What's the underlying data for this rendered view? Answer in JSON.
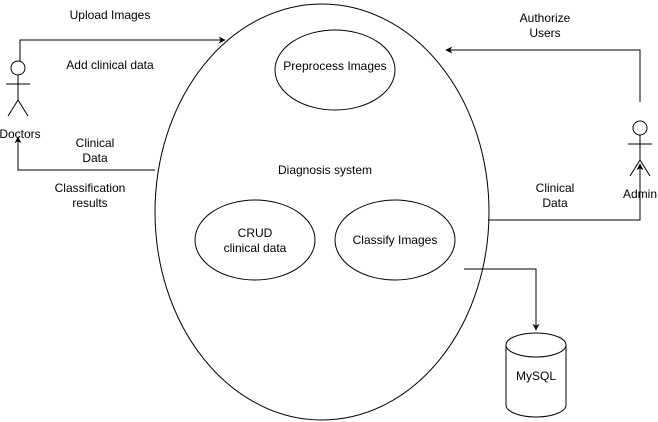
{
  "colors": {
    "stroke": "#000000",
    "background": "#ffffff"
  },
  "system": {
    "label": "Diagnosis system"
  },
  "processes": {
    "preprocess": "Preprocess Images",
    "crud_line1": "CRUD",
    "crud_line2": "clinical data",
    "classify": "Classify Images"
  },
  "actors": {
    "doctors": "Doctors",
    "admin": "Admin"
  },
  "database": {
    "label": "MySQL",
    "icon": "database-cylinder-icon"
  },
  "flows": {
    "upload_images": "Upload Images",
    "add_clinical_data": "Add clinical data",
    "doctor_clinical_line1": "Clinical",
    "doctor_clinical_line2": "Data",
    "classification_line1": "Classification",
    "classification_line2": "results",
    "authorize_line1": "Authorize",
    "authorize_line2": "Users",
    "admin_clinical_line1": "Clinical",
    "admin_clinical_line2": "Data"
  }
}
